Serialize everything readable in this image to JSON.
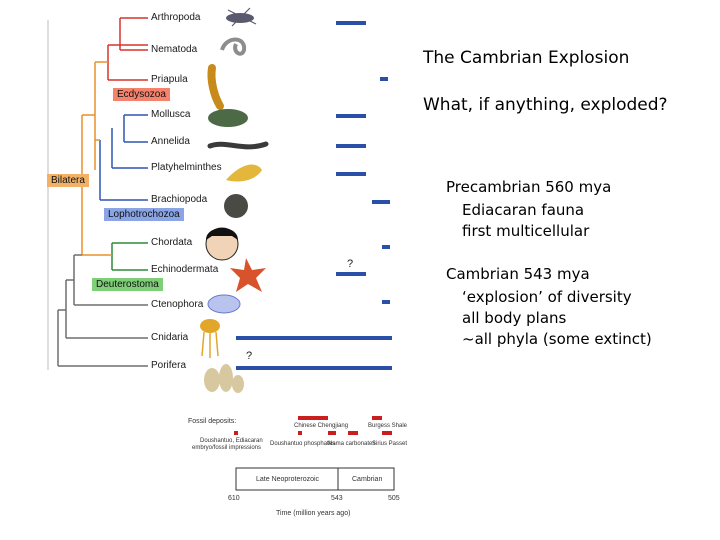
{
  "slide": {
    "title": "The Cambrian Explosion",
    "question": "What, if anything, exploded?",
    "precambrian_heading": "Precambrian 560 mya",
    "precambrian_items": [
      "Ediacaran fauna",
      "first multicellular"
    ],
    "cambrian_heading": "Cambrian 543 mya",
    "cambrian_items": [
      "‘explosion’ of diversity",
      "all body plans",
      "~all phyla (some extinct)"
    ]
  },
  "tree": {
    "taxa": [
      "Arthropoda",
      "Nematoda",
      "Priapula",
      "Mollusca",
      "Annelida",
      "Platyhelminthes",
      "Brachiopoda",
      "Chordata",
      "Echinodermata",
      "Ctenophora",
      "Cnidaria",
      "Porifera"
    ],
    "clades": {
      "bilatera": "Bilatera",
      "ecdysozoa": "Ecdysozoa",
      "lophotrochozoa": "Lophotrochozoa",
      "deuterostoma": "Deuterostoma"
    },
    "question_marks": [
      "?",
      "?"
    ]
  },
  "colors": {
    "ecdysozoa": "#d8332c",
    "lophotrochozoa": "#2f55b3",
    "deuterostoma": "#2e8b3a",
    "bilatera": "#e8902a",
    "basal": "#6e6e6e",
    "fossil_bar": "#2a4fa6",
    "fossil_deposit": "#c91f1f"
  },
  "fossil_legend": {
    "heading": "Fossil deposits:",
    "chinese": "Chinese Chengjiang",
    "burgess": "Burgess Shale",
    "doushantuo": "Doushantuo, Ediacaran",
    "embryo": "embryo/fossil impressions",
    "phosphates": "Doushantuo phosphates",
    "nama": "Nama carbonates",
    "chengjiang": "Chengjiang",
    "sirius": "Sirius Passet"
  },
  "timeline": {
    "periods": [
      "Late Neoproterozoic",
      "Cambrian"
    ],
    "ticks": [
      "610",
      "543",
      "505"
    ],
    "axis_label": "Time (million years ago)"
  }
}
